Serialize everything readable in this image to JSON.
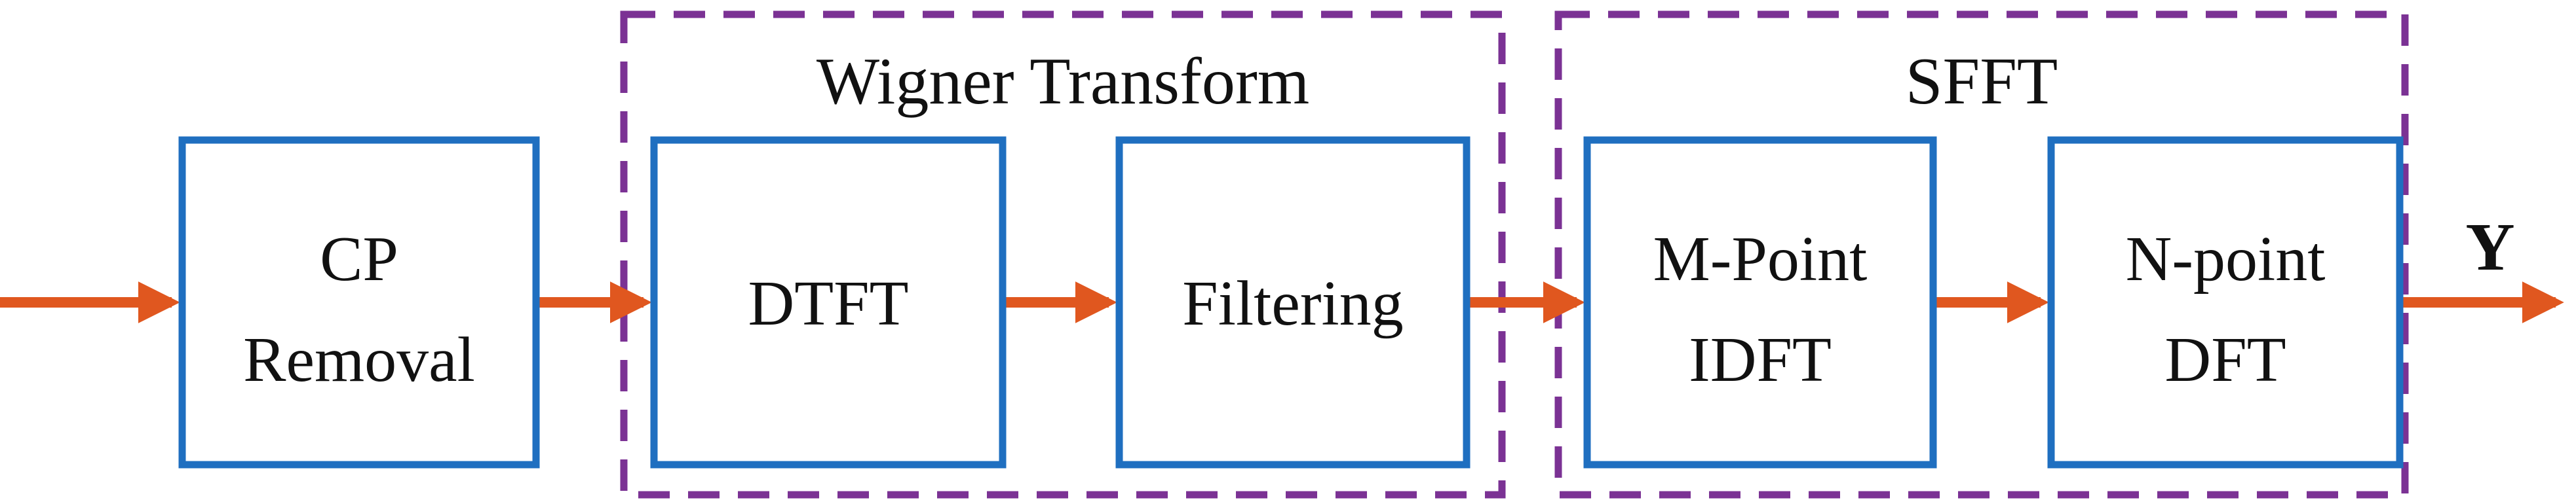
{
  "colors": {
    "block_border": "#1f6fc0",
    "group_border": "#7b3294",
    "arrow": "#e0571f",
    "text": "#111111"
  },
  "groups": {
    "wigner": {
      "title": "Wigner Transform"
    },
    "sfft": {
      "title": "SFFT"
    }
  },
  "blocks": {
    "cp_removal": {
      "line1": "CP",
      "line2": "Removal"
    },
    "dtft": {
      "label": "DTFT"
    },
    "filtering": {
      "label": "Filtering"
    },
    "m_point_idft": {
      "line1": "M-Point",
      "line2": "IDFT"
    },
    "n_point_dft": {
      "line1": "N-point",
      "line2": "DFT"
    }
  },
  "output": {
    "label": "Y"
  }
}
